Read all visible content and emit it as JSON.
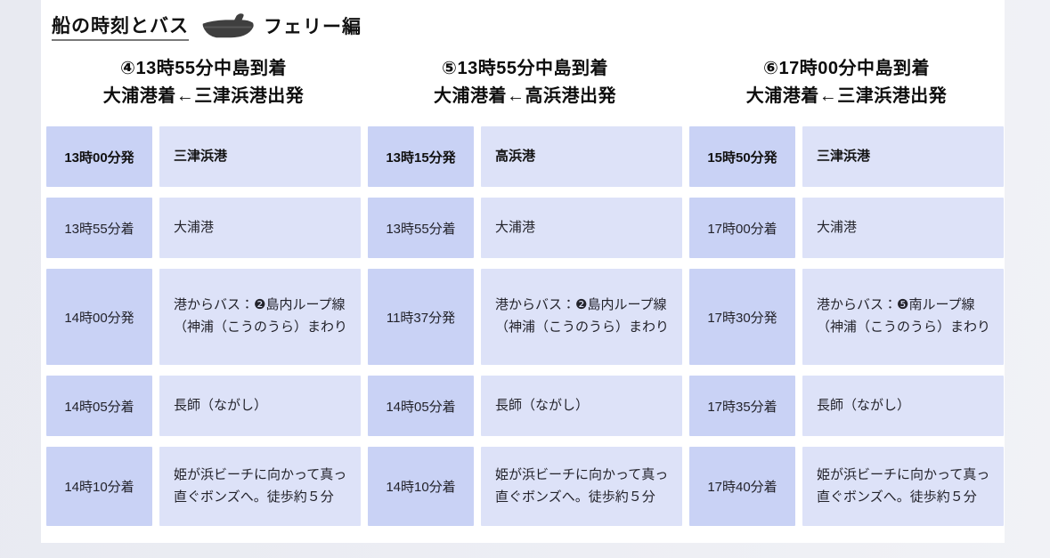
{
  "title": {
    "main": "船の時刻とバス",
    "suffix": "フェリー編",
    "icon": "ferry-boat-icon"
  },
  "colors": {
    "time_cell": "#c9d2f5",
    "desc_cell": "#dde2f8",
    "card": "#ffffff",
    "page_bg": "#eceef4",
    "boat_icon": "#3f3f3f",
    "text": "#1a1a1a"
  },
  "columns": [
    {
      "header": "④13時55分中島到着\n大浦港着←三津浜港出発",
      "rows": [
        {
          "time": "13時00分発",
          "desc": "三津浜港"
        },
        {
          "time": "13時55分着",
          "desc": "大浦港"
        },
        {
          "time": "14時00分発",
          "desc": "港からバス：❷島内ループ線\n（神浦（こうのうら）まわり"
        },
        {
          "time": "14時05分着",
          "desc": "長師（ながし）"
        },
        {
          "time": "14時10分着",
          "desc": "姫が浜ビーチに向かって真っ\n直ぐボンズへ。徒歩約５分"
        }
      ]
    },
    {
      "header": "⑤13時55分中島到着\n大浦港着←高浜港出発",
      "rows": [
        {
          "time": "13時15分発",
          "desc": "高浜港"
        },
        {
          "time": "13時55分着",
          "desc": "大浦港"
        },
        {
          "time": "11時37分発",
          "desc": "港からバス：❷島内ループ線\n（神浦（こうのうら）まわり"
        },
        {
          "time": "14時05分着",
          "desc": "長師（ながし）"
        },
        {
          "time": "14時10分着",
          "desc": "姫が浜ビーチに向かって真っ\n直ぐボンズへ。徒歩約５分"
        }
      ]
    },
    {
      "header": "⑥17時00分中島到着\n大浦港着←三津浜港出発",
      "rows": [
        {
          "time": "15時50分発",
          "desc": "三津浜港"
        },
        {
          "time": "17時00分着",
          "desc": "大浦港"
        },
        {
          "time": "17時30分発",
          "desc": "港からバス：❺南ループ線\n（神浦（こうのうら）まわり"
        },
        {
          "time": "17時35分着",
          "desc": "長師（ながし）"
        },
        {
          "time": "17時40分着",
          "desc": "姫が浜ビーチに向かって真っ\n直ぐボンズへ。徒歩約５分"
        }
      ]
    }
  ]
}
